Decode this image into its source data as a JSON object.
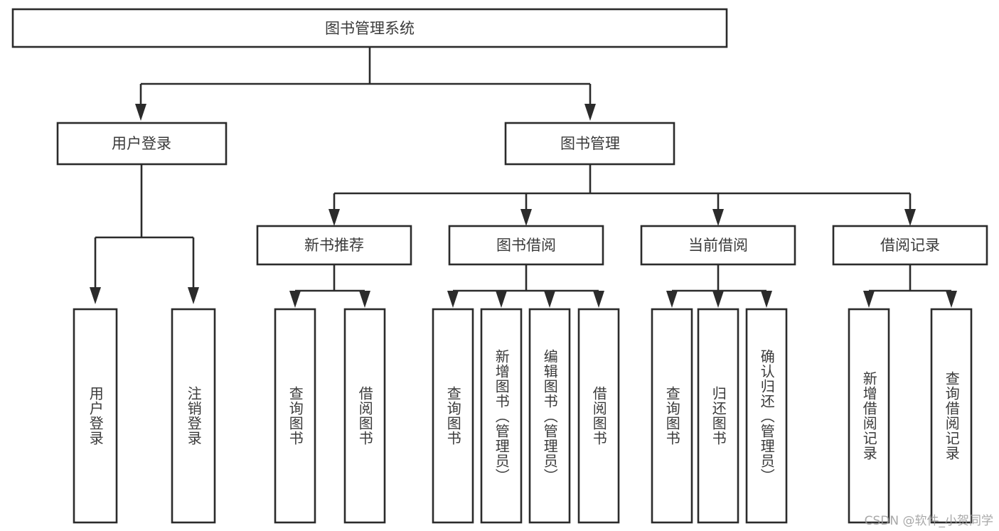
{
  "diagram": {
    "title": "图书管理系统",
    "type": "tree-hierarchy",
    "watermark": "CSDN @软件_小贺同学",
    "colors": {
      "stroke": "#2b2b2b",
      "fill": "#ffffff",
      "text": "#3a3a3a",
      "watermark": "#9a9a9a",
      "background": "#ffffff"
    },
    "nodes": {
      "root": {
        "label": "图书管理系统"
      },
      "level1": [
        {
          "id": "user-login",
          "label": "用户登录"
        },
        {
          "id": "book-management",
          "label": "图书管理"
        }
      ],
      "level2": [
        {
          "id": "new-book-recommend",
          "label": "新书推荐"
        },
        {
          "id": "book-borrow",
          "label": "图书借阅"
        },
        {
          "id": "current-borrow",
          "label": "当前借阅"
        },
        {
          "id": "borrow-record",
          "label": "借阅记录"
        }
      ],
      "leaves": [
        {
          "id": "leaf-user-login",
          "label": "用户登录",
          "parent": "user-login"
        },
        {
          "id": "leaf-logout-login",
          "label": "注销登录",
          "parent": "user-login"
        },
        {
          "id": "leaf-query-book-1",
          "label": "查询图书",
          "parent": "new-book-recommend"
        },
        {
          "id": "leaf-borrow-book-1",
          "label": "借阅图书",
          "parent": "new-book-recommend"
        },
        {
          "id": "leaf-query-book-2",
          "label": "查询图书",
          "parent": "book-borrow"
        },
        {
          "id": "leaf-add-book",
          "label": "新增图书（管理员）",
          "parent": "book-borrow"
        },
        {
          "id": "leaf-edit-book",
          "label": "编辑图书（管理员）",
          "parent": "book-borrow"
        },
        {
          "id": "leaf-borrow-book-2",
          "label": "借阅图书",
          "parent": "book-borrow"
        },
        {
          "id": "leaf-query-book-3",
          "label": "查询图书",
          "parent": "current-borrow"
        },
        {
          "id": "leaf-return-book",
          "label": "归还图书",
          "parent": "current-borrow"
        },
        {
          "id": "leaf-confirm-return",
          "label": "确认归还（管理员）",
          "parent": "current-borrow"
        },
        {
          "id": "leaf-add-record",
          "label": "新增借阅记录",
          "parent": "borrow-record"
        },
        {
          "id": "leaf-query-record",
          "label": "查询借阅记录",
          "parent": "borrow-record"
        }
      ]
    }
  }
}
